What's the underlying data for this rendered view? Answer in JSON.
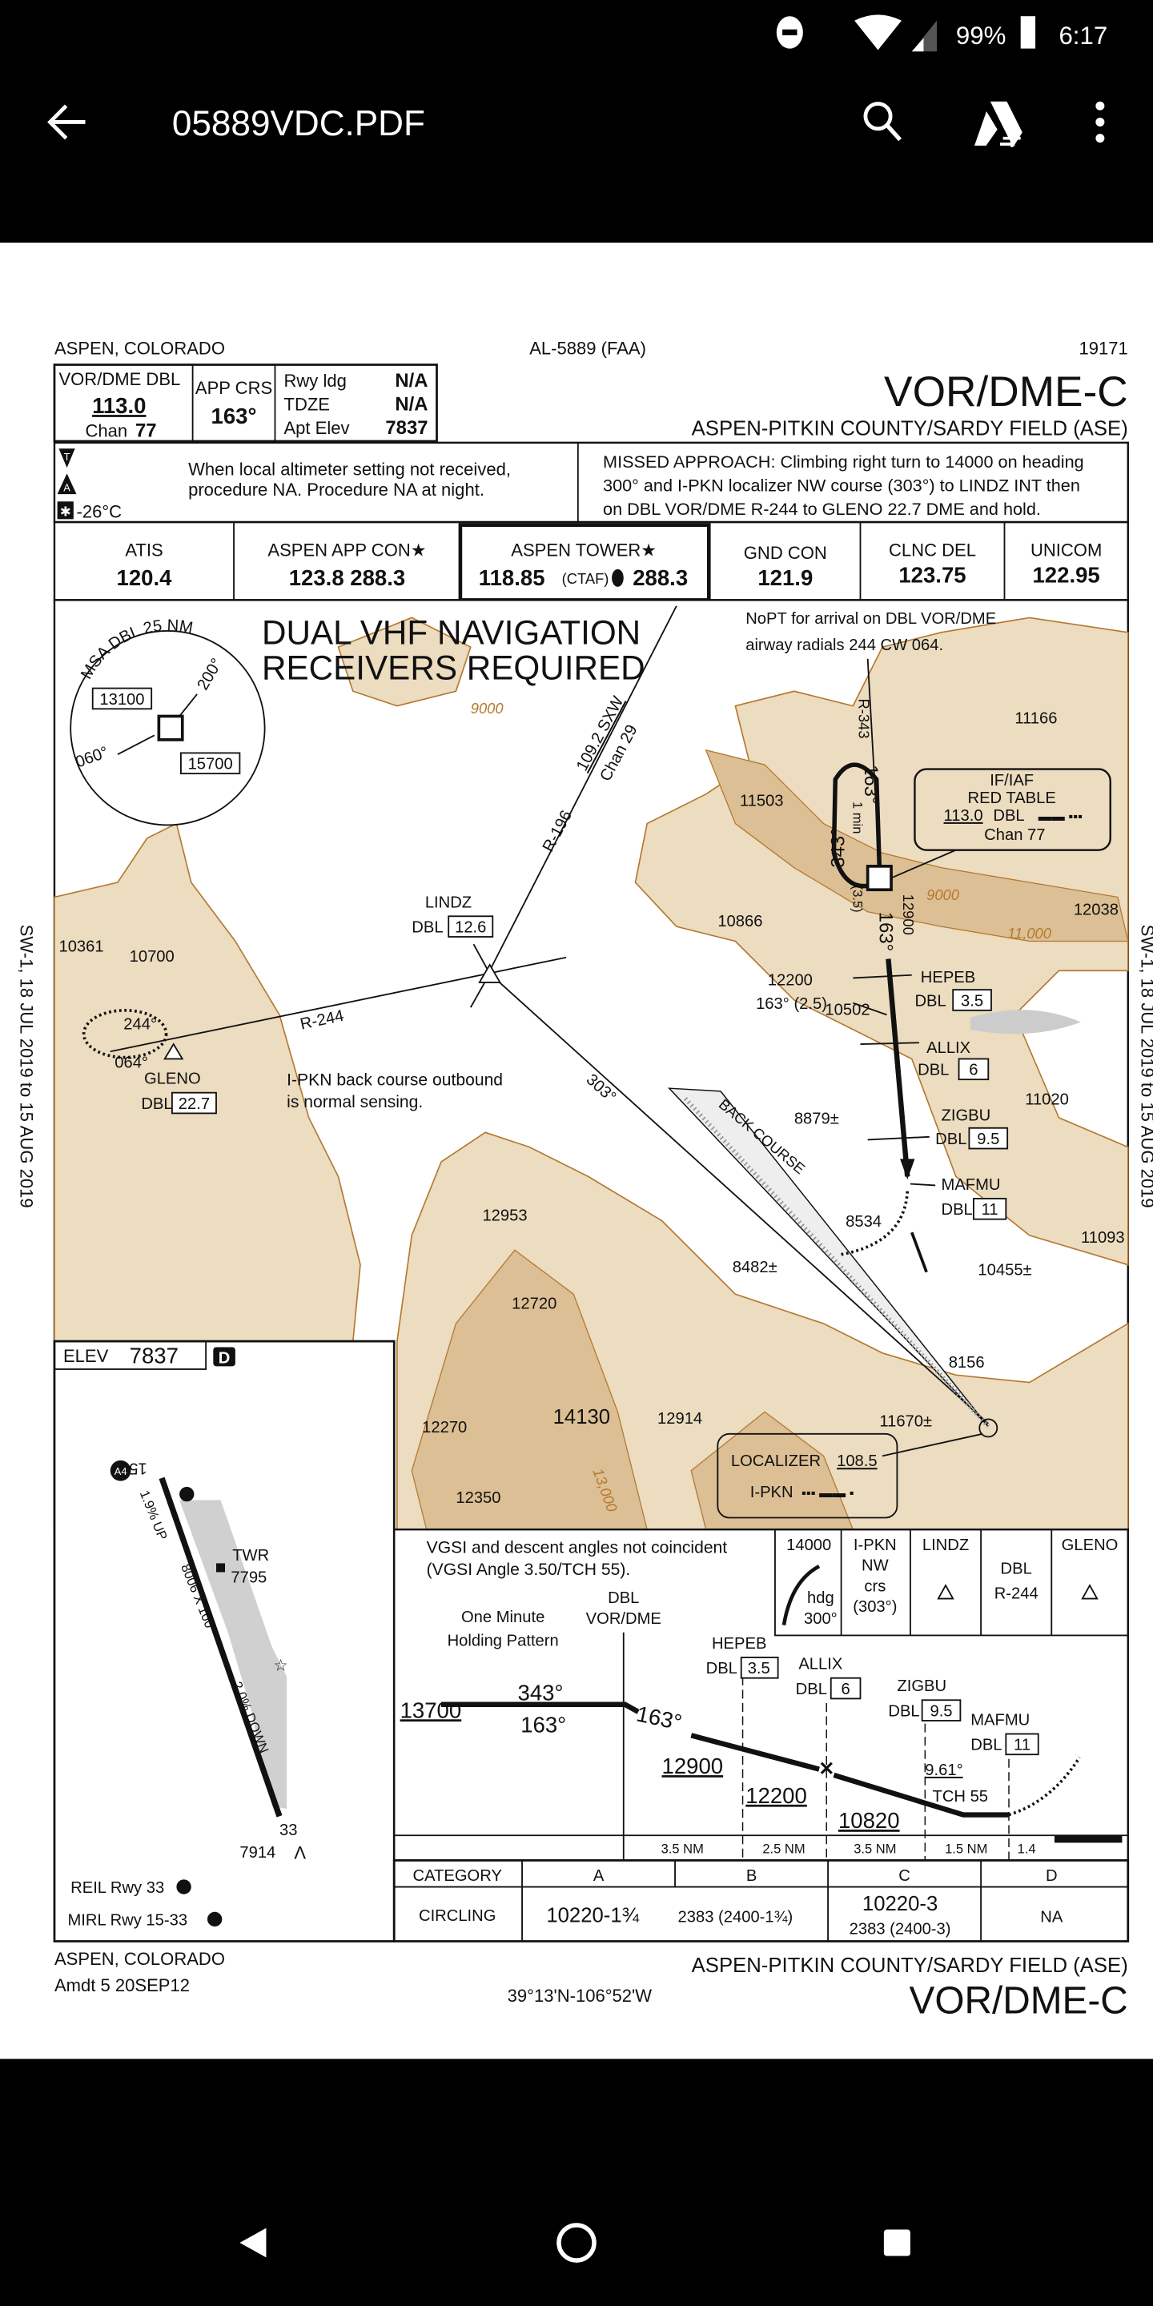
{
  "status_bar": {
    "battery": "99%",
    "time": "6:17"
  },
  "toolbar": {
    "title": "05889VDC.PDF"
  },
  "header": {
    "location": "ASPEN, COLORADO",
    "chart_id": "AL-5889 (FAA)",
    "cycle": "19171",
    "procedure": "VOR/DME-C",
    "airport": "ASPEN-PITKIN COUNTY/SARDY FIELD (ASE)",
    "nav_label": "VOR/DME  DBL",
    "nav_freq": "113.0",
    "nav_chan_label": "Chan",
    "nav_chan": "77",
    "app_crs_label": "APP CRS",
    "app_crs": "163°",
    "rwy_ldg_label": "Rwy ldg",
    "rwy_ldg": "N/A",
    "tdze_label": "TDZE",
    "tdze": "N/A",
    "apt_elev_label": "Apt Elev",
    "apt_elev": "7837"
  },
  "notes": {
    "temp": "-26°C",
    "altimeter_1": "When local altimeter setting not received,",
    "altimeter_2": "procedure NA. Procedure NA at night.",
    "missed_1": "MISSED APPROACH: Climbing right turn to 14000 on heading",
    "missed_2": "300° and I-PKN localizer NW course (303°) to LINDZ INT then",
    "missed_3": "on DBL VOR/DME R-244 to GLENO 22.7 DME and hold."
  },
  "frequencies": [
    {
      "label": "ATIS",
      "value": "120.4"
    },
    {
      "label": "ASPEN APP CON★",
      "value": "123.8  288.3"
    },
    {
      "label": "ASPEN TOWER★",
      "value": "118.85",
      "ctaf": "(CTAF)",
      "value2": "288.3"
    },
    {
      "label": "GND CON",
      "value": "121.9"
    },
    {
      "label": "CLNC DEL",
      "value": "123.75"
    },
    {
      "label": "UNICOM",
      "value": "122.95"
    }
  ],
  "plan": {
    "title_1": "DUAL VHF NAVIGATION",
    "title_2": "RECEIVERS REQUIRED",
    "msa": "MSA DBL 25 NM",
    "msa_alt_1": "13100",
    "msa_alt_2": "15700",
    "msa_brg_1": "060°",
    "msa_brg_2": "200°",
    "r196": "R-196",
    "sxw": "109.2 SXW",
    "sxw_chan": "Chan 29",
    "lindz": "LINDZ",
    "lindz_dme": "12.6",
    "dbl": "DBL",
    "r244": "R-244",
    "hold_244": "244°",
    "hold_064": "064°",
    "gleno": "GLENO",
    "gleno_dme": "22.7",
    "bc_note_1": "I-PKN back course outbound",
    "bc_note_2": "is normal sensing.",
    "crs303": "303°",
    "back_course": "BACK COURSE",
    "nopt_1": "NoPT for arrival on DBL VOR/DME",
    "nopt_2": "airway radials 244 CW 064.",
    "r343": "R-343",
    "hold_163": "163°",
    "hold_343": "343°",
    "hold_1min": "1 min",
    "hold_35": "(3.5)",
    "alt12900": "12900",
    "crs163": "163°",
    "iaf_1": "IF/IAF",
    "iaf_2": "RED TABLE",
    "iaf_freq": "113.0",
    "iaf_dbl": "DBL",
    "iaf_chan": "Chan 77",
    "fix_12200": "12200",
    "fix_12200_crs": "163° (2.5)",
    "hepeb": "HEPEB",
    "hepeb_dme": "3.5",
    "allix": "ALLIX",
    "allix_dme": "6",
    "zigbu": "ZIGBU",
    "zigbu_dme": "9.5",
    "mafmu": "MAFMU",
    "mafmu_dme": "11",
    "loc_label": "LOCALIZER",
    "loc_freq": "108.5",
    "loc_id": "I-PKN",
    "contour_9000": "9000",
    "contour_11000": "11,000",
    "contour_13000": "13,000",
    "spots": [
      "11166",
      "11503",
      "10866",
      "12038",
      "10502",
      "8879±",
      "11020",
      "11093",
      "10455±",
      "8534",
      "8482±",
      "8156",
      "11670±",
      "12914",
      "12953",
      "12720",
      "14130",
      "12270",
      "12350",
      "10700",
      "10361"
    ]
  },
  "airport": {
    "elev_label": "ELEV",
    "elev": "7837",
    "d_badge": "D",
    "rwy_15": "15",
    "rwy_33": "33",
    "grad_up": "1.9% UP",
    "grad_down": "2.0% DOWN",
    "dims": "8006 X 100",
    "twr": "TWR",
    "twr_elev": "7795",
    "obst": "7914",
    "reil": "REIL Rwy 33",
    "mirl": "MIRL Rwy 15-33",
    "l": "L",
    "a4": "A4"
  },
  "profile": {
    "vgsi_1": "VGSI and descent angles not coincident",
    "vgsi_2": "(VGSI Angle 3.50/TCH 55).",
    "hold_1": "One Minute",
    "hold_2": "Holding Pattern",
    "dbl_1": "DBL",
    "dbl_2": "VOR/DME",
    "alt_13700": "13700",
    "crs_343": "343°",
    "crs_163": "163°",
    "crs_163b": "163°",
    "alt_12900": "12900",
    "alt_12200": "12200",
    "alt_10820": "10820",
    "hepeb": "HEPEB",
    "hepeb_dme": "3.5",
    "allix": "ALLIX",
    "allix_dme": "6",
    "zigbu": "ZIGBU",
    "zigbu_dme": "9.5",
    "mafmu": "MAFMU",
    "mafmu_dme": "11",
    "dbl": "DBL",
    "angle": "9.61°",
    "tch": "TCH 55",
    "dist": [
      "3.5 NM",
      "2.5 NM",
      "3.5 NM",
      "1.5 NM",
      "1.4"
    ],
    "ma_alt": "14000",
    "ma_hdg_1": "hdg",
    "ma_hdg_2": "300°",
    "ma_loc_1": "I-PKN",
    "ma_loc_2": "NW",
    "ma_loc_3": "crs",
    "ma_loc_4": "(303°)",
    "ma_lindz": "LINDZ",
    "ma_dbl_1": "DBL",
    "ma_dbl_2": "R-244",
    "ma_gleno": "GLENO"
  },
  "minima": {
    "category": "CATEGORY",
    "cats": [
      "A",
      "B",
      "C",
      "D"
    ],
    "circling": "CIRCLING",
    "ab_1": "10220-1¾",
    "ab_2": "2383 (2400-1¾)",
    "c_1": "10220-3",
    "c_2": "2383 (2400-3)",
    "d": "NA"
  },
  "footer": {
    "location": "ASPEN, COLORADO",
    "amdt": "Amdt 5  20SEP12",
    "coords": "39°13'N-106°52'W",
    "airport": "ASPEN-PITKIN COUNTY/SARDY FIELD (ASE)",
    "procedure": "VOR/DME-C",
    "side": "SW-1, 18 JUL 2019 to 15 AUG 2019"
  }
}
